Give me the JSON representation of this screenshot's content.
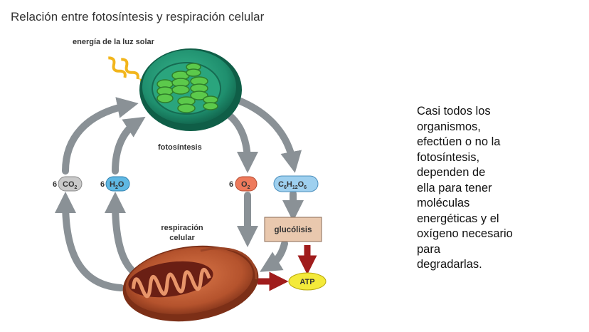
{
  "title": "Relación entre fotosíntesis y respiración celular",
  "diagram": {
    "sunlight_label": "energía de la luz solar",
    "photosynthesis_label": "fotosíntesis",
    "respiration_label_line1": "respiración",
    "respiration_label_line2": "celular",
    "glycolysis_label": "glucólisis",
    "atp_label": "ATP",
    "co2": {
      "coef": "6",
      "text": "CO",
      "sub": "2"
    },
    "h2o": {
      "coef": "6",
      "text1": "H",
      "sub": "2",
      "text2": "O"
    },
    "o2": {
      "coef": "6",
      "text": "O",
      "sub": "2"
    },
    "glucose": {
      "c": "C",
      "c_sub": "6",
      "h": "H",
      "h_sub": "12",
      "o": "O",
      "o_sub": "6"
    }
  },
  "side_text_lines": [
    "Casi todos los",
    "organismos,",
    "efectúen o no la",
    "fotosíntesis,",
    "dependen de",
    "ella para tener",
    "moléculas",
    "energéticas y el",
    "oxígeno necesario",
    "para",
    "degradarlas."
  ],
  "colors": {
    "arrow_gray": "#8a9196",
    "arrow_red": "#a01c1c",
    "chloroplast": "#1f8f6e",
    "mitochondria": "#b5532d",
    "atp": "#f4ea3a",
    "co2_pill": "#c9c9c9",
    "h2o_pill": "#5fb8e3",
    "o2_pill": "#ee7a5c",
    "glucose_pill": "#9ed0ef",
    "glycolysis_box": "#e9c8ae"
  }
}
